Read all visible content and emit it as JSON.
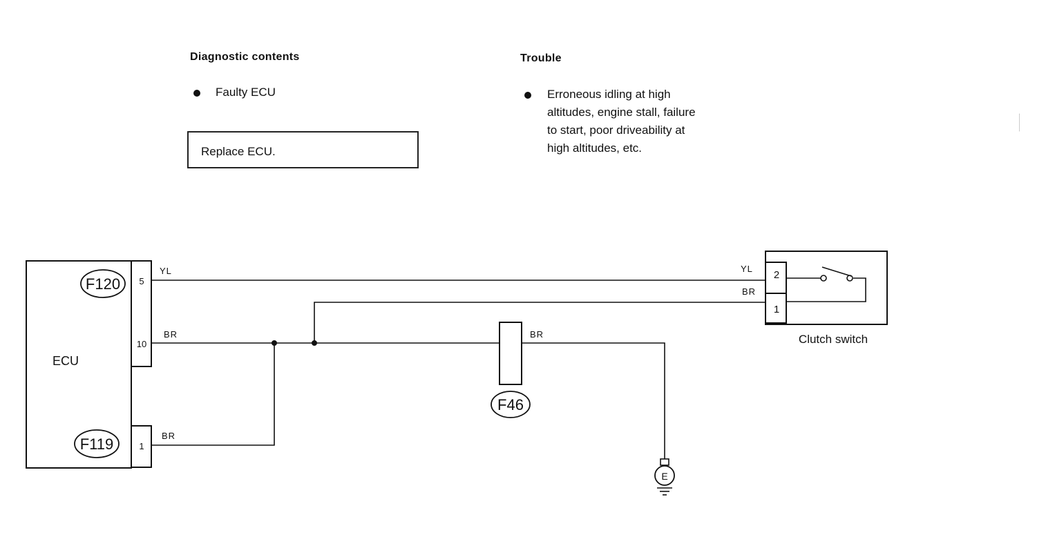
{
  "diagnostic": {
    "heading": "Diagnostic contents",
    "items": [
      "Faulty ECU"
    ],
    "action": "Replace ECU."
  },
  "trouble": {
    "heading": "Trouble",
    "lines": [
      "Erroneous idling at high",
      "altitudes, engine stall, failure",
      "to start, poor driveability at",
      "high altitudes, etc."
    ]
  },
  "diagram": {
    "ecu_label": "ECU",
    "connectors": {
      "f120": "F120",
      "f119": "F119",
      "f46": "F46"
    },
    "pins": {
      "ecu_pin5": "5",
      "ecu_pin10": "10",
      "ecu_pin1": "1",
      "switch_pin2": "2",
      "switch_pin1": "1"
    },
    "wires": {
      "yl_ecu": "YL",
      "br_pin10": "BR",
      "br_pin1": "BR",
      "yl_switch": "YL",
      "br_switch": "BR",
      "br_ground": "BR"
    },
    "switch_label": "Clutch switch",
    "ground_symbol": "E"
  }
}
